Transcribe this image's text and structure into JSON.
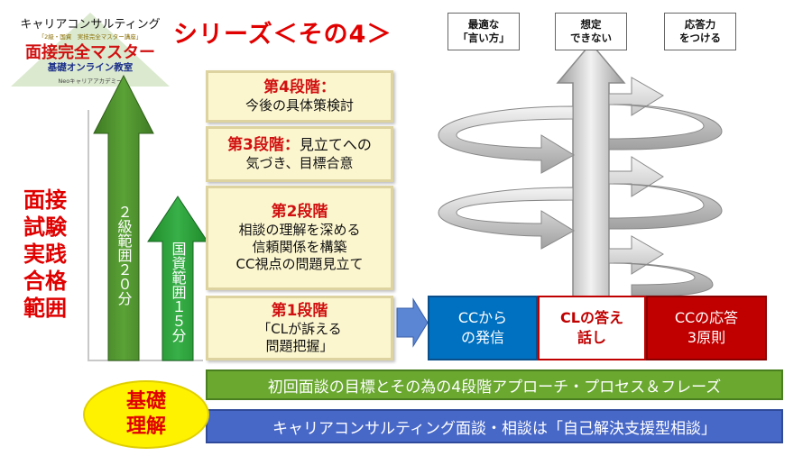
{
  "logo": {
    "line1": "キャリアコンサルティング",
    "line2": "「2級・国資　実技完全マスター講座」",
    "line3": "面接完全マスター",
    "line4": "基礎オンライン教室",
    "line5": "Neoキャリアアカデミー"
  },
  "series_title": "シリーズ＜その4＞",
  "side_title": [
    "面接",
    "試験",
    "実践",
    "合格",
    "範囲"
  ],
  "level2_arrow": {
    "text": "２級範囲２０分"
  },
  "national_arrow": {
    "text": "国資範囲１５分"
  },
  "stages": [
    {
      "heading": "第4段階：",
      "lines": [
        "今後の具体策検討"
      ]
    },
    {
      "heading": "第3段階：",
      "heading_rest": "見立てへの",
      "lines": [
        "気づき、目標合意"
      ]
    },
    {
      "heading": "第2段階",
      "lines": [
        "相談の理解を深める",
        "信頼関係を構築",
        "CC視点の問題見立て"
      ]
    },
    {
      "heading": "第1段階",
      "lines": [
        "「CLが訴える",
        "問題把握」"
      ]
    }
  ],
  "notes": [
    {
      "lines": [
        "最適な",
        "「言い方」"
      ]
    },
    {
      "lines": [
        "想定",
        "できない"
      ]
    },
    {
      "lines": [
        "応答力",
        "をつける"
      ]
    }
  ],
  "cc_boxes": [
    {
      "lines": [
        "CCから",
        "の発信"
      ],
      "color": "#0070c0"
    },
    {
      "lines": [
        "CLの答え",
        "話し"
      ],
      "color": "#ffffff"
    },
    {
      "lines": [
        "CCの応答",
        "3原則"
      ],
      "color": "#c00000"
    }
  ],
  "bars": [
    {
      "text": "初回面談の目標とその為の4段階アプローチ・プロセス＆フレーズ",
      "color": "#6aa830"
    },
    {
      "text": "キャリアコンサルティング面談・相談は「自己解決支援型相談」",
      "color": "#4868c8"
    }
  ],
  "kiso": [
    "基礎",
    "理解"
  ],
  "colors": {
    "accent_red": "#e00000",
    "green_arrow": "#4e8a2a",
    "yellow_box": "#fcf6cf"
  }
}
